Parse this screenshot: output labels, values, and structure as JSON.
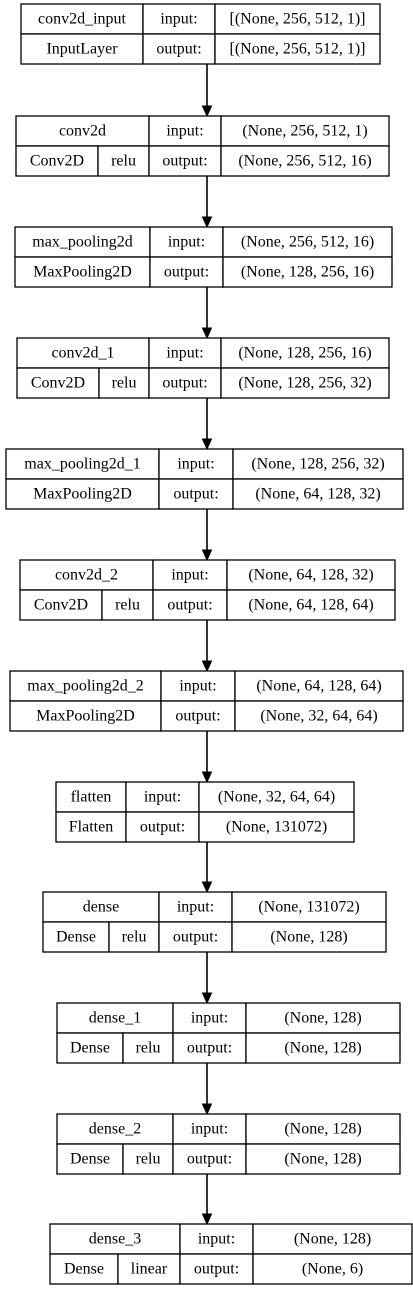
{
  "layers": [
    {
      "name": "conv2d_input",
      "type": "InputLayer",
      "activation": null,
      "input": "[(None, 256, 512, 1)]",
      "output": "[(None, 256, 512, 1)]"
    },
    {
      "name": "conv2d",
      "type": "Conv2D",
      "activation": "relu",
      "input": "(None, 256, 512, 1)",
      "output": "(None, 256, 512, 16)"
    },
    {
      "name": "max_pooling2d",
      "type": "MaxPooling2D",
      "activation": null,
      "input": "(None, 256, 512, 16)",
      "output": "(None, 128, 256, 16)"
    },
    {
      "name": "conv2d_1",
      "type": "Conv2D",
      "activation": "relu",
      "input": "(None, 128, 256, 16)",
      "output": "(None, 128, 256, 32)"
    },
    {
      "name": "max_pooling2d_1",
      "type": "MaxPooling2D",
      "activation": null,
      "input": "(None, 128, 256, 32)",
      "output": "(None, 64, 128, 32)"
    },
    {
      "name": "conv2d_2",
      "type": "Conv2D",
      "activation": "relu",
      "input": "(None, 64, 128, 32)",
      "output": "(None, 64, 128, 64)"
    },
    {
      "name": "max_pooling2d_2",
      "type": "MaxPooling2D",
      "activation": null,
      "input": "(None, 64, 128, 64)",
      "output": "(None, 32, 64, 64)"
    },
    {
      "name": "flatten",
      "type": "Flatten",
      "activation": null,
      "input": "(None, 32, 64, 64)",
      "output": "(None, 131072)"
    },
    {
      "name": "dense",
      "type": "Dense",
      "activation": "relu",
      "input": "(None, 131072)",
      "output": "(None, 128)"
    },
    {
      "name": "dense_1",
      "type": "Dense",
      "activation": "relu",
      "input": "(None, 128)",
      "output": "(None, 128)"
    },
    {
      "name": "dense_2",
      "type": "Dense",
      "activation": "relu",
      "input": "(None, 128)",
      "output": "(None, 128)"
    },
    {
      "name": "dense_3",
      "type": "Dense",
      "activation": "linear",
      "input": "(None, 128)",
      "output": "(None, 6)"
    }
  ],
  "labels": {
    "input": "input:",
    "output": "output:"
  }
}
